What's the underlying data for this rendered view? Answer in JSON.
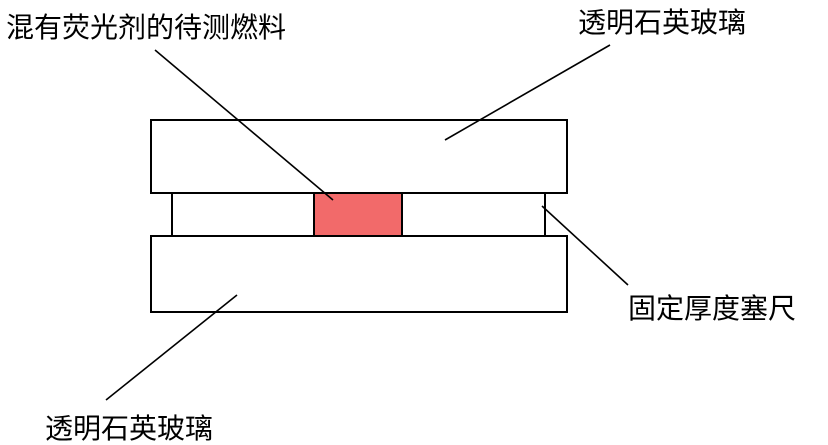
{
  "labels": {
    "sample": "混有荧光剂的待测燃料",
    "top_glass": "透明石英玻璃",
    "spacer": "固定厚度塞尺",
    "bottom_glass": "透明石英玻璃"
  },
  "colors": {
    "sample_fill": "#f26a6a",
    "stroke": "#000000",
    "background": "#ffffff"
  }
}
